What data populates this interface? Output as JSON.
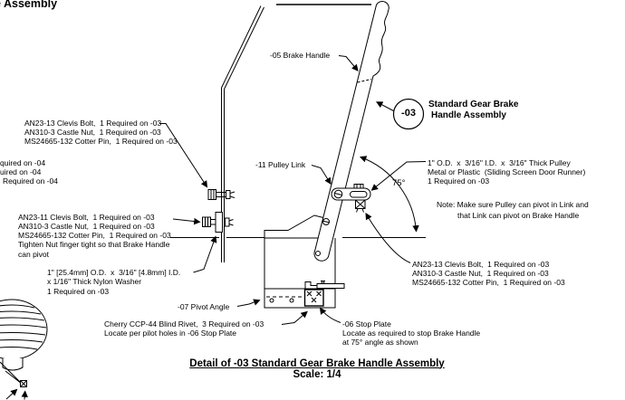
{
  "colors": {
    "ink": "#000000",
    "paper": "#ffffff"
  },
  "header": {
    "partial_title": "e Assembly"
  },
  "callout_03": {
    "id": "-03",
    "title_line1": "Standard Gear Brake",
    "title_line2": "Handle Assembly"
  },
  "labels": {
    "brake_handle": "-05 Brake Handle",
    "pulley_link": "-11 Pulley Link",
    "pivot_angle": "-07 Pivot Angle",
    "angle": "75°"
  },
  "annotations": {
    "clevis_top": [
      "AN23-13 Clevis Bolt,  1 Required on -03",
      "AN310-3 Castle Nut,  1 Required on -03",
      "MS24665-132 Cotter Pin,  1 Required on -03"
    ],
    "partial_04": [
      "quired on -04",
      "uired on -04",
      "Required on -04"
    ],
    "clevis_mid": [
      "AN23-11 Clevis Bolt,  1 Required on -03",
      "AN310-3 Castle Nut,  1 Required on -03",
      "MS24665-132 Cotter Pin,  1 Required on -03",
      "Tighten Nut finger tight so that Brake Handle",
      "can pivot"
    ],
    "washer": [
      "1\" [25.4mm] O.D.  x  3/16\" [4.8mm] I.D.",
      "x 1/16\" Thick Nylon Washer",
      "1 Required on -03"
    ],
    "pulley_spec": [
      "1\" O.D.  x  3/16\" I.D.  x  3/16\" Thick Pulley",
      "Metal or Plastic  (Sliding Screen Door Runner)",
      "1 Required on -03"
    ],
    "note": [
      "Note: Make sure Pulley can pivot in Link and",
      "that Link can pivot on Brake Handle"
    ],
    "clevis_bottom": [
      "AN23-13 Clevis Bolt,  1 Required on -03",
      "AN310-3 Castle Nut,  1 Required on -03",
      "MS24665-132 Cotter Pin,  1 Required on -03"
    ],
    "rivet": [
      "Cherry CCP-44 Blind Rivet,  3 Required on -03",
      "Locate per pilot holes in -06 Stop Plate"
    ],
    "stop_plate": [
      "-06 Stop Plate",
      "Locate as required to stop Brake Handle",
      "at 75° angle as shown"
    ]
  },
  "footer": {
    "title": "Detail of -03 Standard Gear Brake Handle Assembly",
    "scale": "Scale: 1/4"
  }
}
